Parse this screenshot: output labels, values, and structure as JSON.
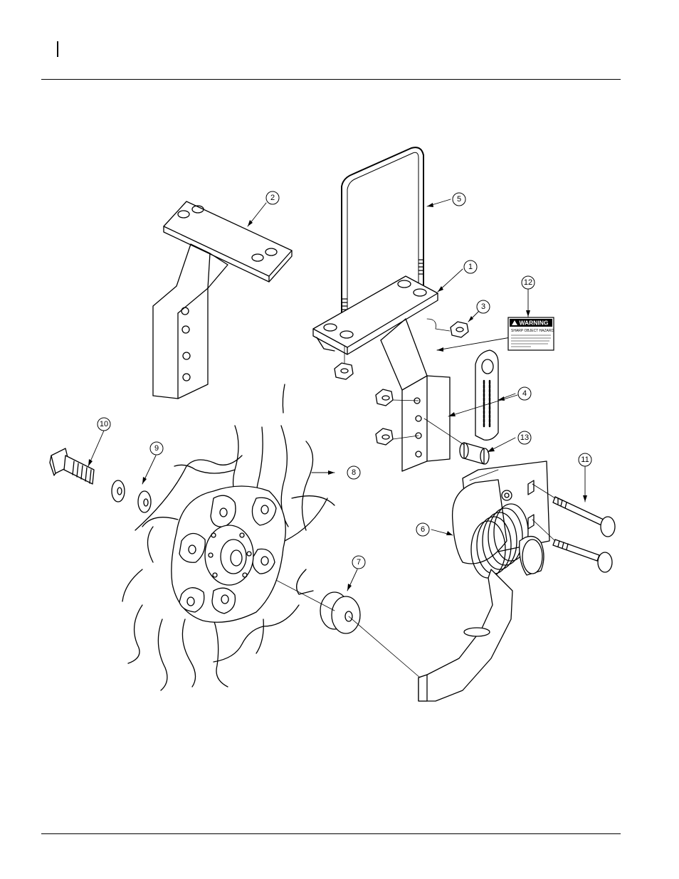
{
  "page": {
    "header_marker": "|",
    "footer_text": ""
  },
  "diagram": {
    "callouts": [
      "1",
      "2",
      "3",
      "4",
      "5",
      "6",
      "7",
      "8",
      "9",
      "10",
      "11",
      "12",
      "13"
    ],
    "warning_decal": {
      "heading": "WARNING",
      "subheading": "SHARP OBJECT HAZARD"
    }
  }
}
